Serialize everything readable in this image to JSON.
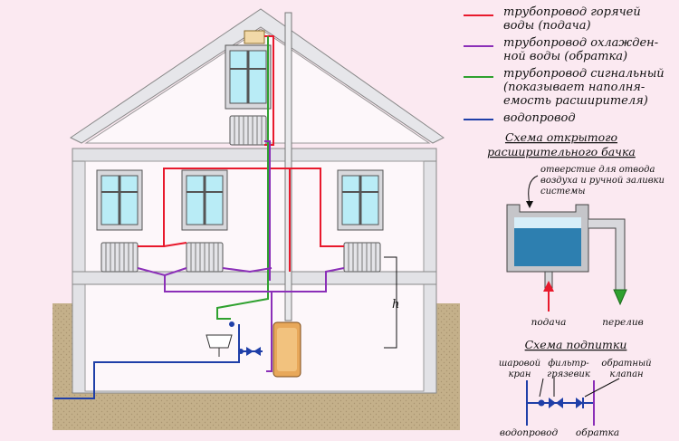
{
  "legend": {
    "hot": [
      "трубопровод горячей",
      "воды (подача)"
    ],
    "cold": [
      "трубопровод охлажден-",
      "ной воды (обратка)"
    ],
    "signal": [
      "трубопровод сигнальный",
      "(показывает наполня-",
      "емость расширителя)"
    ],
    "water": [
      "водопровод"
    ]
  },
  "colors": {
    "hot": "#e8192c",
    "cold": "#8b2fb8",
    "signal": "#2fa12f",
    "water": "#1f3fa8",
    "ground": "#bfaa82",
    "wall": "#e2e2e6"
  },
  "open_tank": {
    "title": [
      "Схема открытого",
      "расширительного бачка"
    ],
    "note": [
      "отверстие для отвода",
      "воздуха и ручной заливки",
      "системы"
    ],
    "supply": "подача",
    "overflow": "перелив"
  },
  "makeup": {
    "title": "Схема подпитки",
    "ball_valve": [
      "шаровой",
      "кран"
    ],
    "filter": [
      "фильтр-",
      "грязевик"
    ],
    "check_valve": [
      "обратный",
      "клапан"
    ],
    "water_supply": "водопровод",
    "return": "обратка"
  },
  "height_label": "h"
}
